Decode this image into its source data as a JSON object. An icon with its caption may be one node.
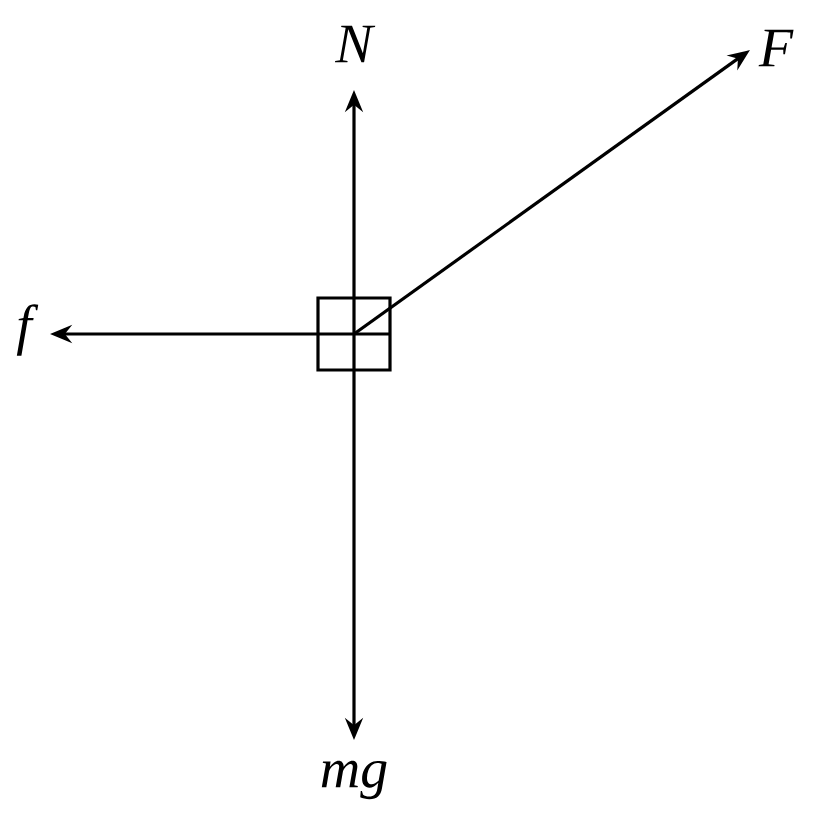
{
  "diagram": {
    "nodes": [
      {
        "text": [],
        "shape": "box"
      }
    ],
    "labels": [
      "N",
      "F",
      "f",
      "mg"
    ]
  }
}
